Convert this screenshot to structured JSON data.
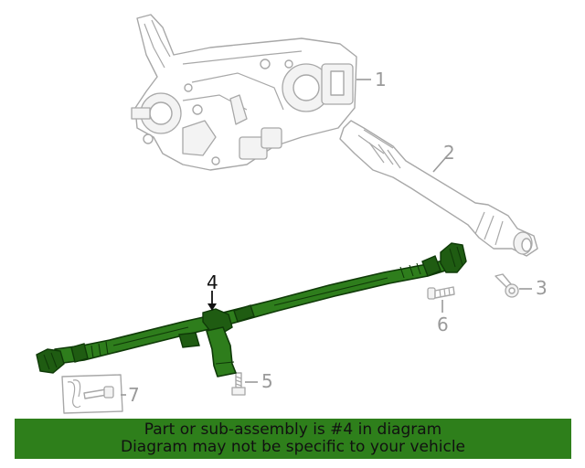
{
  "callouts": {
    "c1": "1",
    "c2": "2",
    "c3": "3",
    "c4": "4",
    "c5": "5",
    "c6": "6",
    "c7": "7"
  },
  "highlighted_part": "4",
  "colors": {
    "highlight": "#2e7d1c",
    "banner": "#2e7f1b",
    "ghost_line": "#a8a8a8"
  },
  "banner": {
    "line1": "Part or sub-assembly is #4 in diagram",
    "line2": "Diagram may not be specific to your vehicle"
  }
}
